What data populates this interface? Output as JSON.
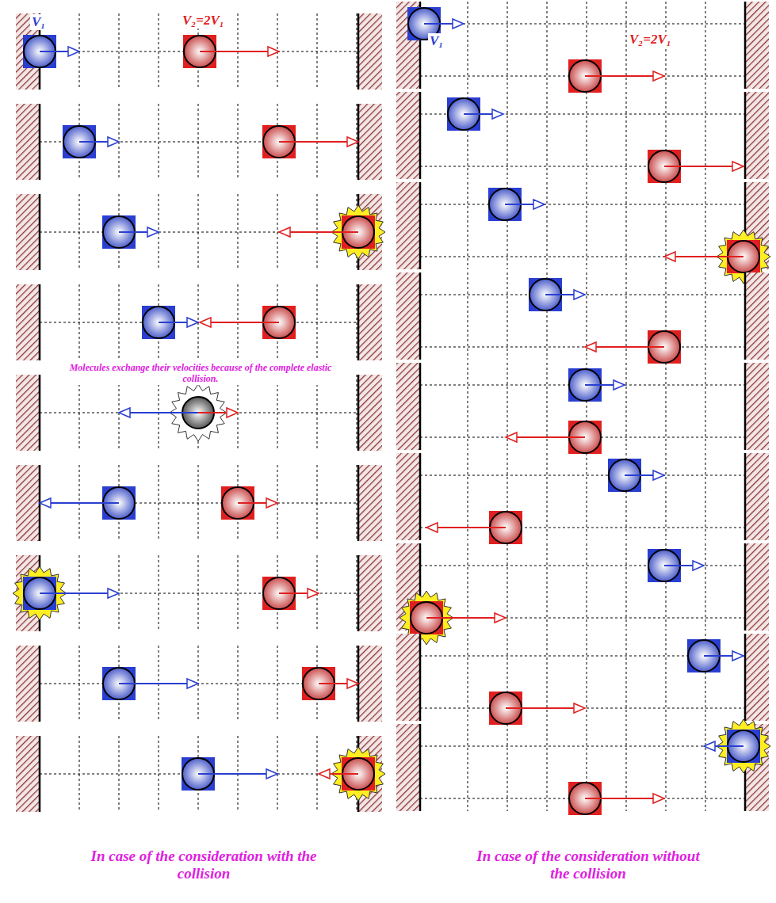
{
  "diagram": {
    "labels": [
      "V₁",
      "V₂=2V₁",
      "V₁",
      "V₂=2V₁",
      "Molecules exchange their velocities because of the complete elastic collision.",
      "In case of the consideration with the collision",
      "In case of the consideration without the collision"
    ]
  }
}
